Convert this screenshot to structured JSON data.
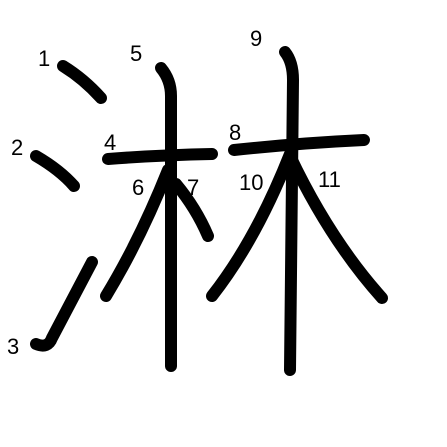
{
  "character": "淋",
  "stroke_color": "#000000",
  "background_color": "#ffffff",
  "strokes": [
    {
      "order": "1"
    },
    {
      "order": "2"
    },
    {
      "order": "3"
    },
    {
      "order": "4"
    },
    {
      "order": "5"
    },
    {
      "order": "6"
    },
    {
      "order": "7"
    },
    {
      "order": "8"
    },
    {
      "order": "9"
    },
    {
      "order": "10"
    },
    {
      "order": "11"
    }
  ]
}
